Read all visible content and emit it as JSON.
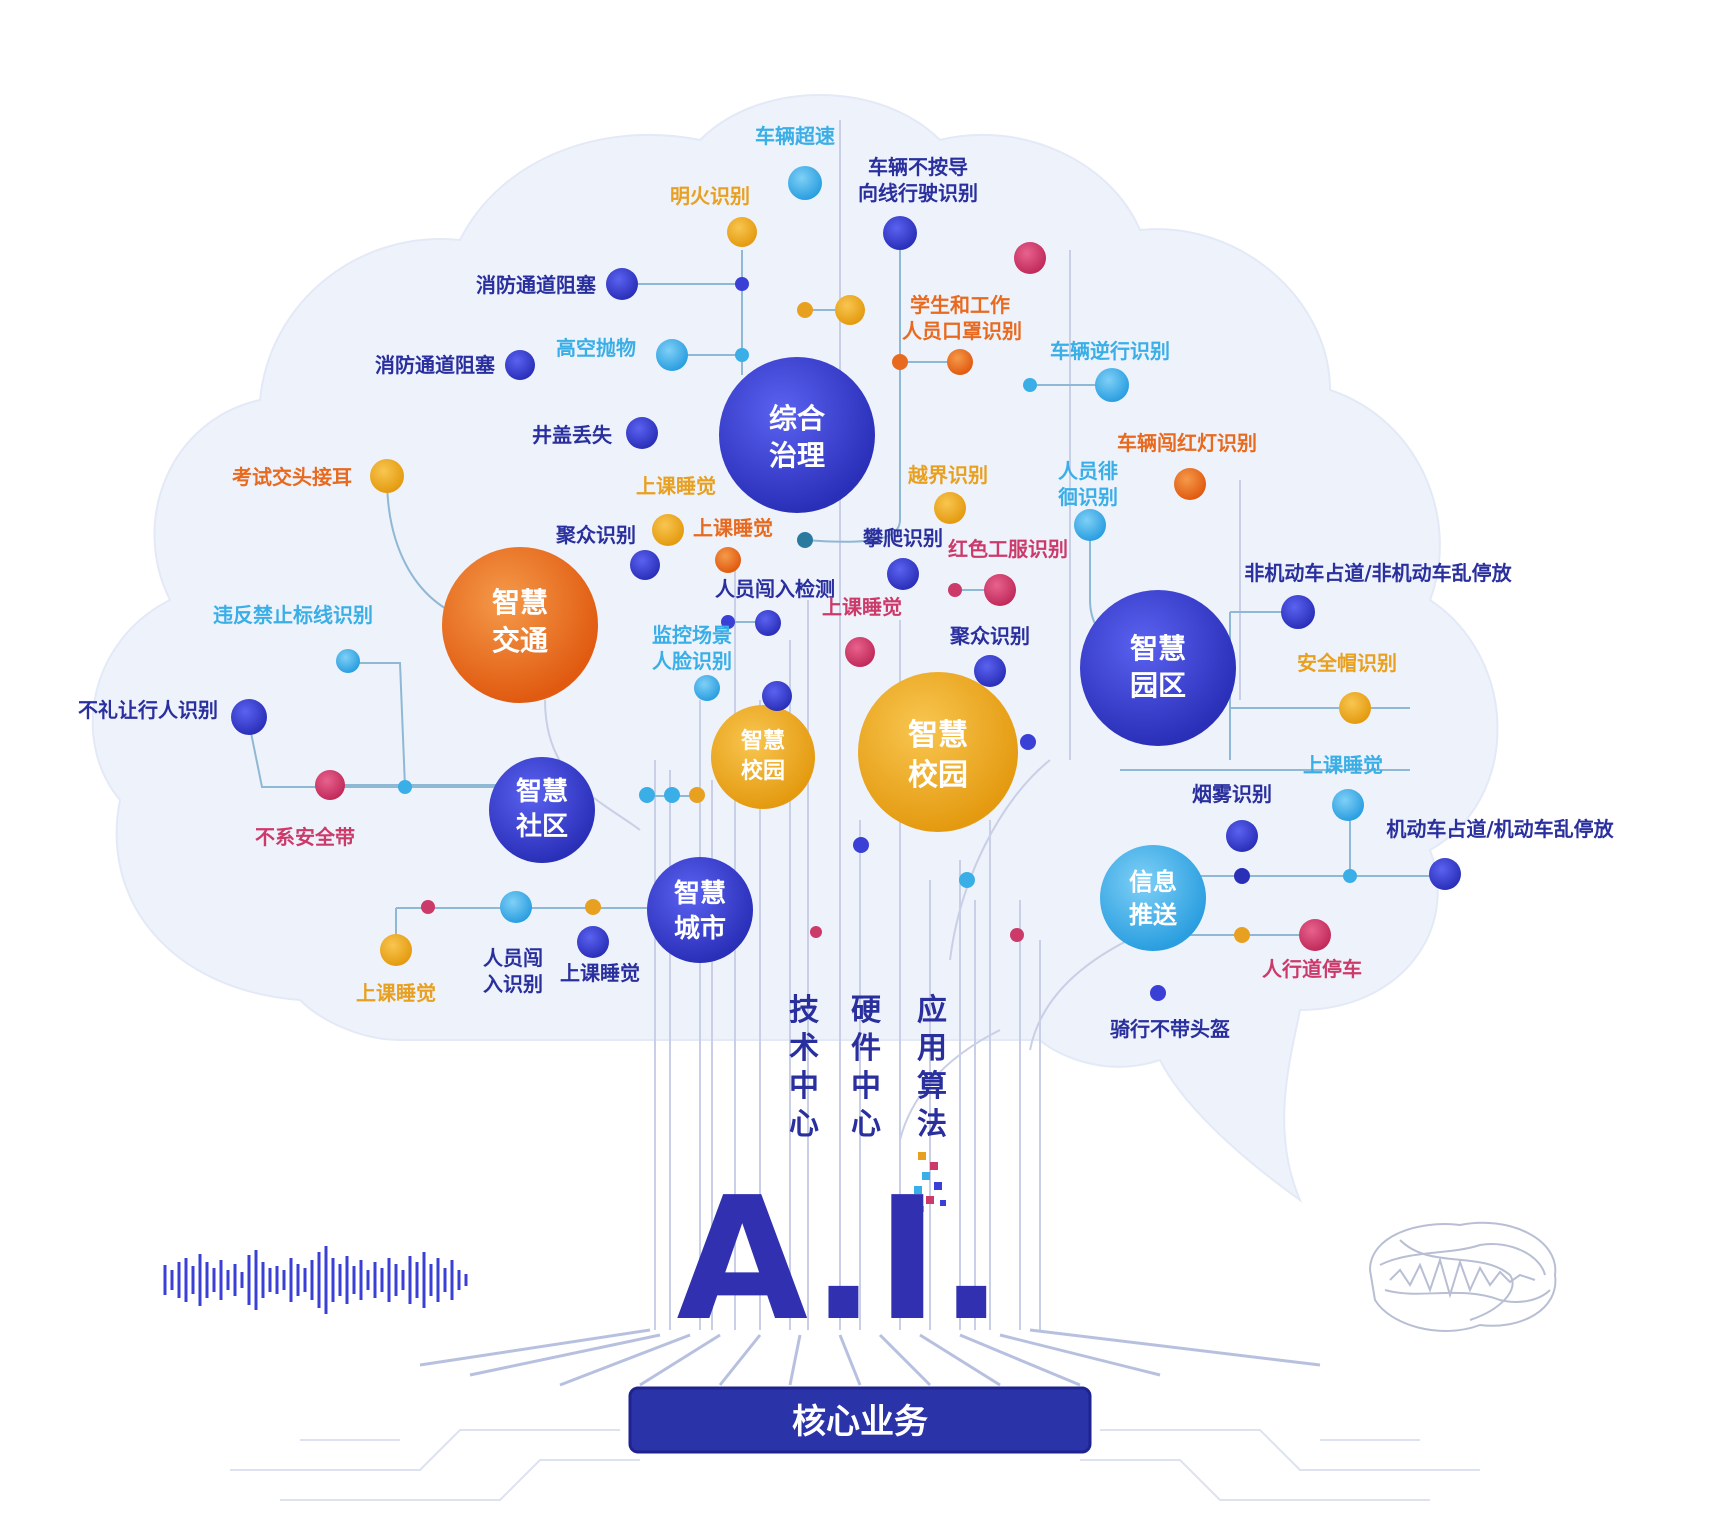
{
  "colors": {
    "blue": "#3a3fd6",
    "cyan": "#3aaee6",
    "orange": "#e86a1f",
    "yellow": "#e8a020",
    "magenta": "#cc3a6a",
    "navy": "#2a2f9e",
    "cloud": "#eef2fb",
    "core_bg": "#2b33a8"
  },
  "hubs": {
    "zonghe": {
      "line1": "综合",
      "line2": "治理"
    },
    "jiaotong": {
      "line1": "智慧",
      "line2": "交通"
    },
    "xiaoyuan_small": {
      "line1": "智慧",
      "line2": "校园"
    },
    "xiaoyuan_big": {
      "line1": "智慧",
      "line2": "校园"
    },
    "yuanqu": {
      "line1": "智慧",
      "line2": "园区"
    },
    "shequ": {
      "line1": "智慧",
      "line2": "社区"
    },
    "chengshi": {
      "line1": "智慧",
      "line2": "城市"
    },
    "xinxi": {
      "line1": "信息",
      "line2": "推送"
    }
  },
  "labels": {
    "chesu": "车辆超速",
    "chebu_1": "车辆不按导",
    "chebu_2": "向线行驶识别",
    "minghuo": "明火识别",
    "xiaofang1": "消防通道阻塞",
    "xiaofang2": "消防通道阻塞",
    "gaokong": "高空抛物",
    "xuesheng_1": "学生和工作",
    "xuesheng_2": "人员口罩识别",
    "nixing": "车辆逆行识别",
    "jinggai": "井盖丢失",
    "chuanhong": "车辆闯红灯识别",
    "kaoshi": "考试交头接耳",
    "shangke1": "上课睡觉",
    "yuejie": "越界识别",
    "paihuai_1": "人员徘",
    "paihuai_2": "徊识别",
    "juzhong1": "聚众识别",
    "shangke2": "上课睡觉",
    "panpa": "攀爬识别",
    "hongse": "红色工服识别",
    "feijidong": "非机动车占道/非机动车乱停放",
    "chuangru1": "人员闯入检测",
    "weifan": "违反禁止标线识别",
    "shangke3": "上课睡觉",
    "jiankong_1": "监控场景",
    "jiankong_2": "人脸识别",
    "juzhong2": "聚众识别",
    "anquanmao": "安全帽识别",
    "buli": "不礼让行人识别",
    "shangke4": "上课睡觉",
    "yanwu": "烟雾识别",
    "jidong": "机动车占道/机动车乱停放",
    "buxi": "不系安全带",
    "chuangru2_1": "人员闯",
    "chuangru2_2": "入识别",
    "shangke5": "上课睡觉",
    "shangke6": "上课睡觉",
    "renxing": "人行道停车",
    "qixing": "骑行不带头盔"
  },
  "pillars": {
    "jishu": [
      "技",
      "术",
      "中",
      "心"
    ],
    "yingjian": [
      "硬",
      "件",
      "中",
      "心"
    ],
    "yingyong": [
      "应",
      "用",
      "算",
      "法"
    ]
  },
  "logo_text": "A.I.",
  "core_label": "核心业务"
}
